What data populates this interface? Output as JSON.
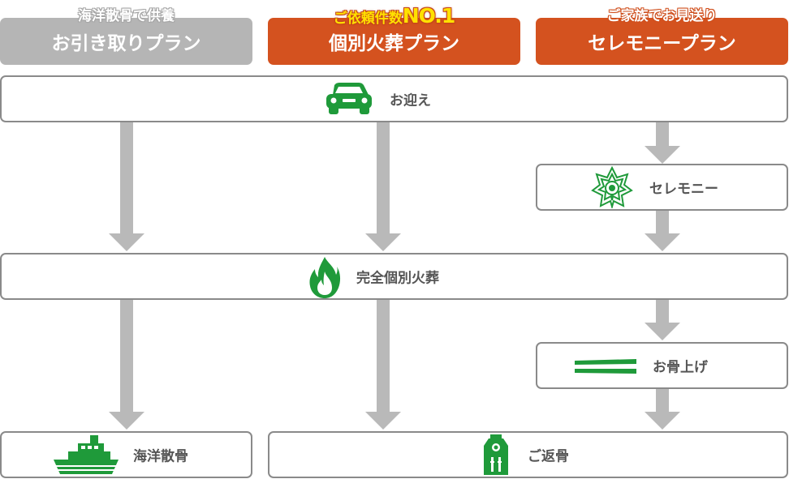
{
  "plans": [
    {
      "subtitle": "海洋散骨で供養",
      "title": "お引き取りプラン",
      "color": "#b5b5b5"
    },
    {
      "subtitle_prefix": "ご依頼件数",
      "subtitle_highlight": "NO.1",
      "title": "個別火葬プラン",
      "color": "#d4521f"
    },
    {
      "subtitle": "ご家族でお見送り",
      "title": "セレモニープラン",
      "color": "#d4521f"
    }
  ],
  "steps": {
    "pickup": "お迎え",
    "ceremony": "セレモニー",
    "cremation": "完全個別火葬",
    "bone_picking": "お骨上げ",
    "sea_scattering": "海洋散骨",
    "return_ashes": "ご返骨"
  },
  "icons": {
    "pickup": "car-icon",
    "ceremony": "flower-icon",
    "cremation": "flame-icon",
    "bone_picking": "chopsticks-icon",
    "sea_scattering": "ship-icon",
    "return_ashes": "urn-icon"
  },
  "colors": {
    "icon_green": "#1f9a3a",
    "arrow_gray": "#b9b9b9",
    "border_gray": "#8a8a8a",
    "accent_orange": "#d4521f",
    "highlight_yellow": "#ffe100"
  }
}
